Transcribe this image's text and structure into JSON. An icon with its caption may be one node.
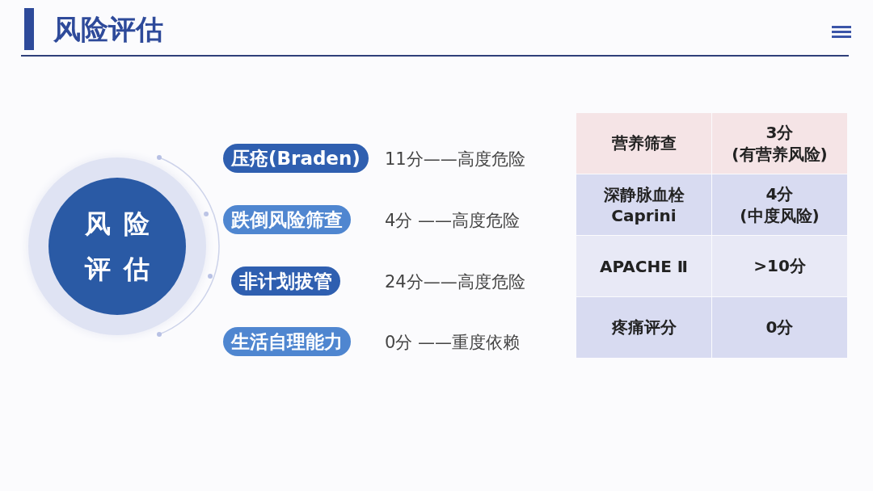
{
  "diagram": {
    "title": "风险评估",
    "nodes": [
      {
        "text": [
          "风险评估"
        ]
      },
      {
        "text": [
          "压疮(Braden)"
        ],
        "beside": [
          "11分——高度危险"
        ]
      },
      {
        "text": [
          "跌倒风险筛查"
        ],
        "beside": [
          "4分 ——高度危险"
        ]
      },
      {
        "text": [
          "非计划拔管"
        ],
        "beside": [
          "24分——高度危险"
        ]
      },
      {
        "text": [
          "生活自理能力"
        ],
        "beside": [
          "0分 ——重度依赖"
        ]
      }
    ],
    "labels": [
      "营养筛查",
      "3分 (有营养风险)",
      "深静脉血栓 Caprini",
      "4分 (中度风险)",
      "APACHE Ⅱ",
      ">10分",
      "疼痛评分",
      "0分"
    ]
  }
}
